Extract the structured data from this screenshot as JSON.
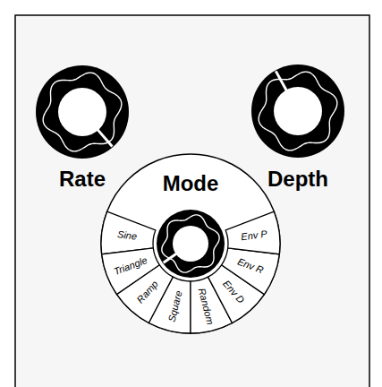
{
  "diagram": {
    "nodes": [
      {
        "text": [
          "Rate"
        ]
      },
      {
        "text": [
          "Depth"
        ]
      },
      {
        "text": [
          "Mode"
        ]
      },
      {
        "text": [
          "Sine"
        ],
        "in": 2
      },
      {
        "text": [
          "Triangle"
        ],
        "in": 2
      },
      {
        "text": [
          "Ramp"
        ],
        "in": 2
      },
      {
        "text": [
          "Square"
        ],
        "in": 2
      },
      {
        "text": [
          "Random"
        ],
        "in": 2
      },
      {
        "text": [
          "Env D"
        ],
        "in": 2
      },
      {
        "text": [
          "Env R"
        ],
        "in": 2
      },
      {
        "text": [
          "Env P"
        ],
        "in": 2
      }
    ]
  }
}
